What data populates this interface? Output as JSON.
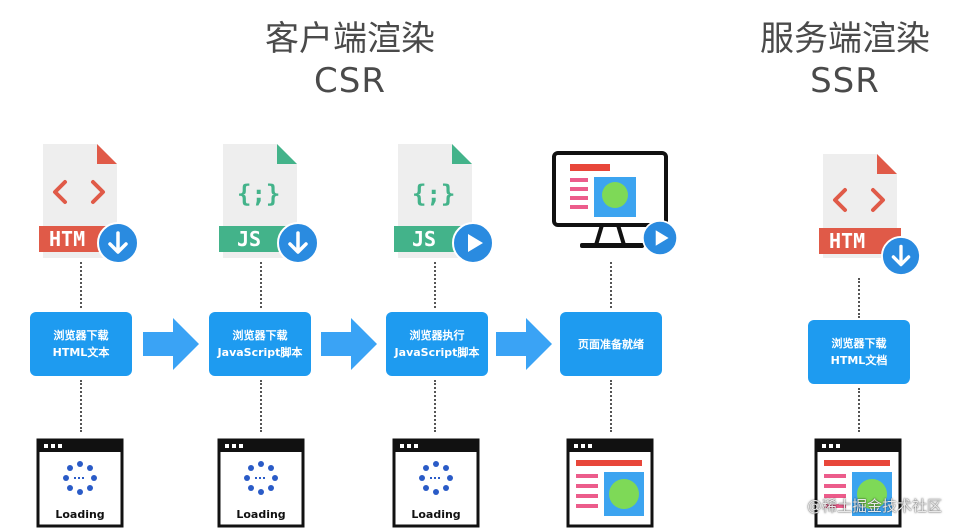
{
  "csr": {
    "title_zh": "客户端渲染",
    "title_en": "CSR"
  },
  "ssr": {
    "title_zh": "服务端渲染",
    "title_en": "SSR"
  },
  "file_labels": {
    "html": "HTM",
    "js": "JS"
  },
  "steps": [
    {
      "line1": "浏览器下载",
      "line2": "HTML文本"
    },
    {
      "line1": "浏览器下载",
      "line2": "JavaScript脚本"
    },
    {
      "line1": "浏览器执行",
      "line2": "JavaScript脚本"
    },
    {
      "line1": "页面准备就绪",
      "line2": ""
    }
  ],
  "ssr_step": {
    "line1": "浏览器下载",
    "line2": "HTML文档"
  },
  "loading_label": "Loading",
  "watermark": "@稀土掘金技术社区",
  "colors": {
    "accent_blue": "#1e9bf0",
    "arrow_blue": "#3aa3f5",
    "html_red": "#e05a48",
    "js_green": "#43b38a",
    "file_gray": "#eeeeee",
    "badge_blue": "#2a8be0",
    "screen_red": "#e8463a",
    "screen_pink": "#ec5c8b",
    "screen_blue": "#3ca4f0",
    "screen_green": "#7ed957"
  },
  "icons": {
    "html_file": "html-file-icon",
    "js_file": "js-file-icon",
    "download_badge": "download-arrow-icon",
    "play_badge": "play-icon",
    "monitor": "monitor-icon",
    "browser_window": "browser-window-icon",
    "spinner": "loading-spinner-icon",
    "arrow": "right-arrow-icon"
  }
}
